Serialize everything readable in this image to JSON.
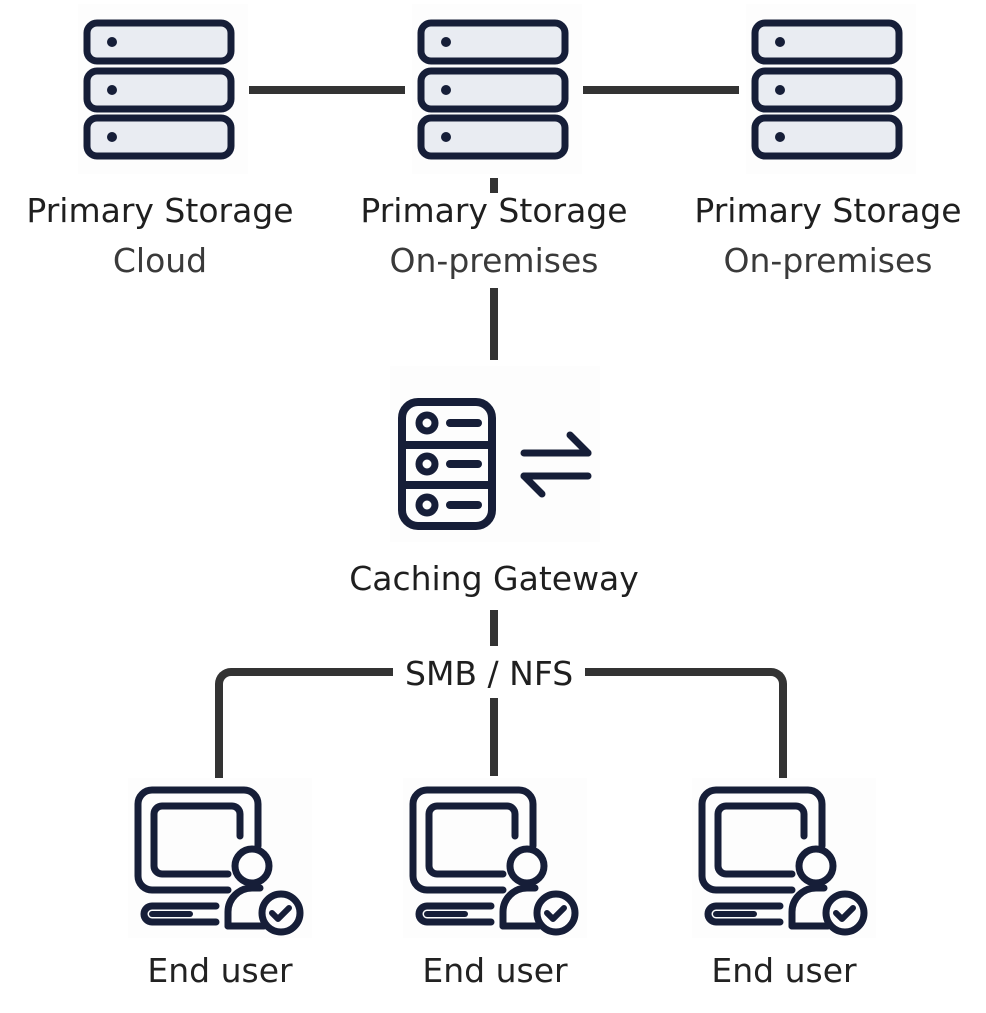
{
  "diagram": {
    "storage_nodes": [
      {
        "title": "Primary Storage",
        "subtitle": "Cloud",
        "icon": "server-rack-icon"
      },
      {
        "title": "Primary Storage",
        "subtitle": "On-premises",
        "icon": "server-rack-icon"
      },
      {
        "title": "Primary Storage",
        "subtitle": "On-premises",
        "icon": "server-rack-icon"
      }
    ],
    "gateway": {
      "title": "Caching Gateway",
      "icon": "server-sync-icon",
      "sync_icon": "exchange-arrows-icon"
    },
    "protocol_label": "SMB / NFS",
    "end_users": [
      {
        "label": "End user",
        "icon": "computer-user-verified-icon"
      },
      {
        "label": "End user",
        "icon": "computer-user-verified-icon"
      },
      {
        "label": "End user",
        "icon": "computer-user-verified-icon"
      }
    ],
    "colors": {
      "icon_stroke": "#161e38",
      "icon_fill": "#e9ecf2",
      "connector": "#333333",
      "text": "#1f1f1f"
    }
  }
}
